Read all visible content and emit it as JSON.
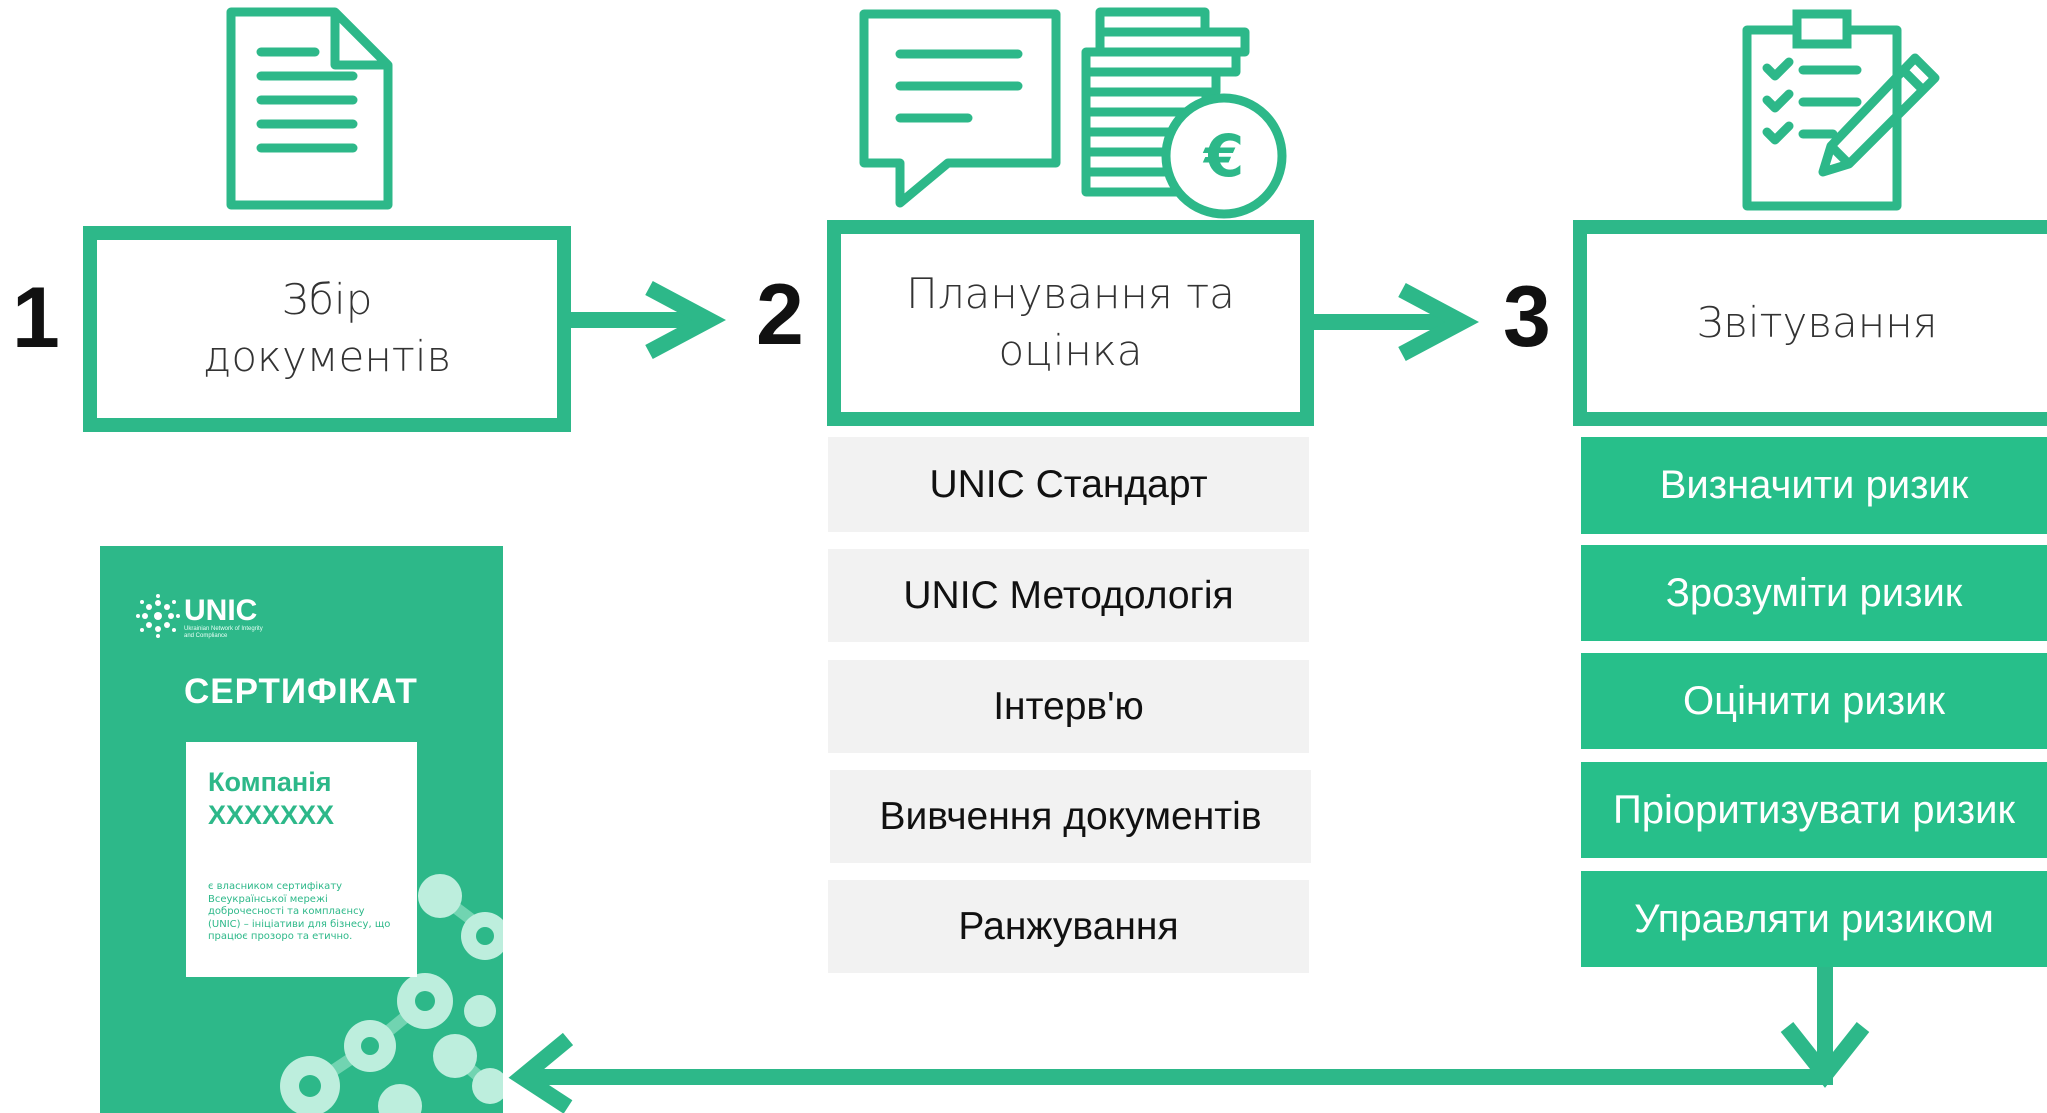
{
  "steps": [
    {
      "number": "1",
      "title_line1": "Збір",
      "title_line2": "документів"
    },
    {
      "number": "2",
      "title_line1": "Планування та",
      "title_line2": "оцінка"
    },
    {
      "number": "3",
      "title_line1": "Звітування",
      "title_line2": ""
    }
  ],
  "methods": [
    "UNIC Стандарт",
    "UNIC Методологія",
    "Інтерв'ю",
    "Вивчення документів",
    "Ранжування"
  ],
  "risk_actions": [
    "Визначити ризик",
    "Зрозуміти ризик",
    "Оцінити ризик",
    "Пріоритизувати ризик",
    "Управляти ризиком"
  ],
  "certificate": {
    "logo": "UNIC",
    "logo_subtitle": "Ukrainian Network of Integrity and Compliance",
    "title": "СЕРТИФІКАТ",
    "company_line1": "Компанія",
    "company_line2": "XXXXXXX",
    "description": "є власником сертифікату Всеукраїнської мережі доброчесності та комплаєнсу (UNIC) – ініціативи для бізнесу, що працює прозоро та етично."
  },
  "icons": {
    "step1": "document-icon",
    "step2_a": "speech-bubble-icon",
    "step2_b": "euro-coins-icon",
    "step3": "clipboard-checklist-icon"
  },
  "colors": {
    "accent": "#2db889",
    "risk_fill": "#27bf8a",
    "method_fill": "#f2f2f2",
    "text_dark": "#111111"
  }
}
